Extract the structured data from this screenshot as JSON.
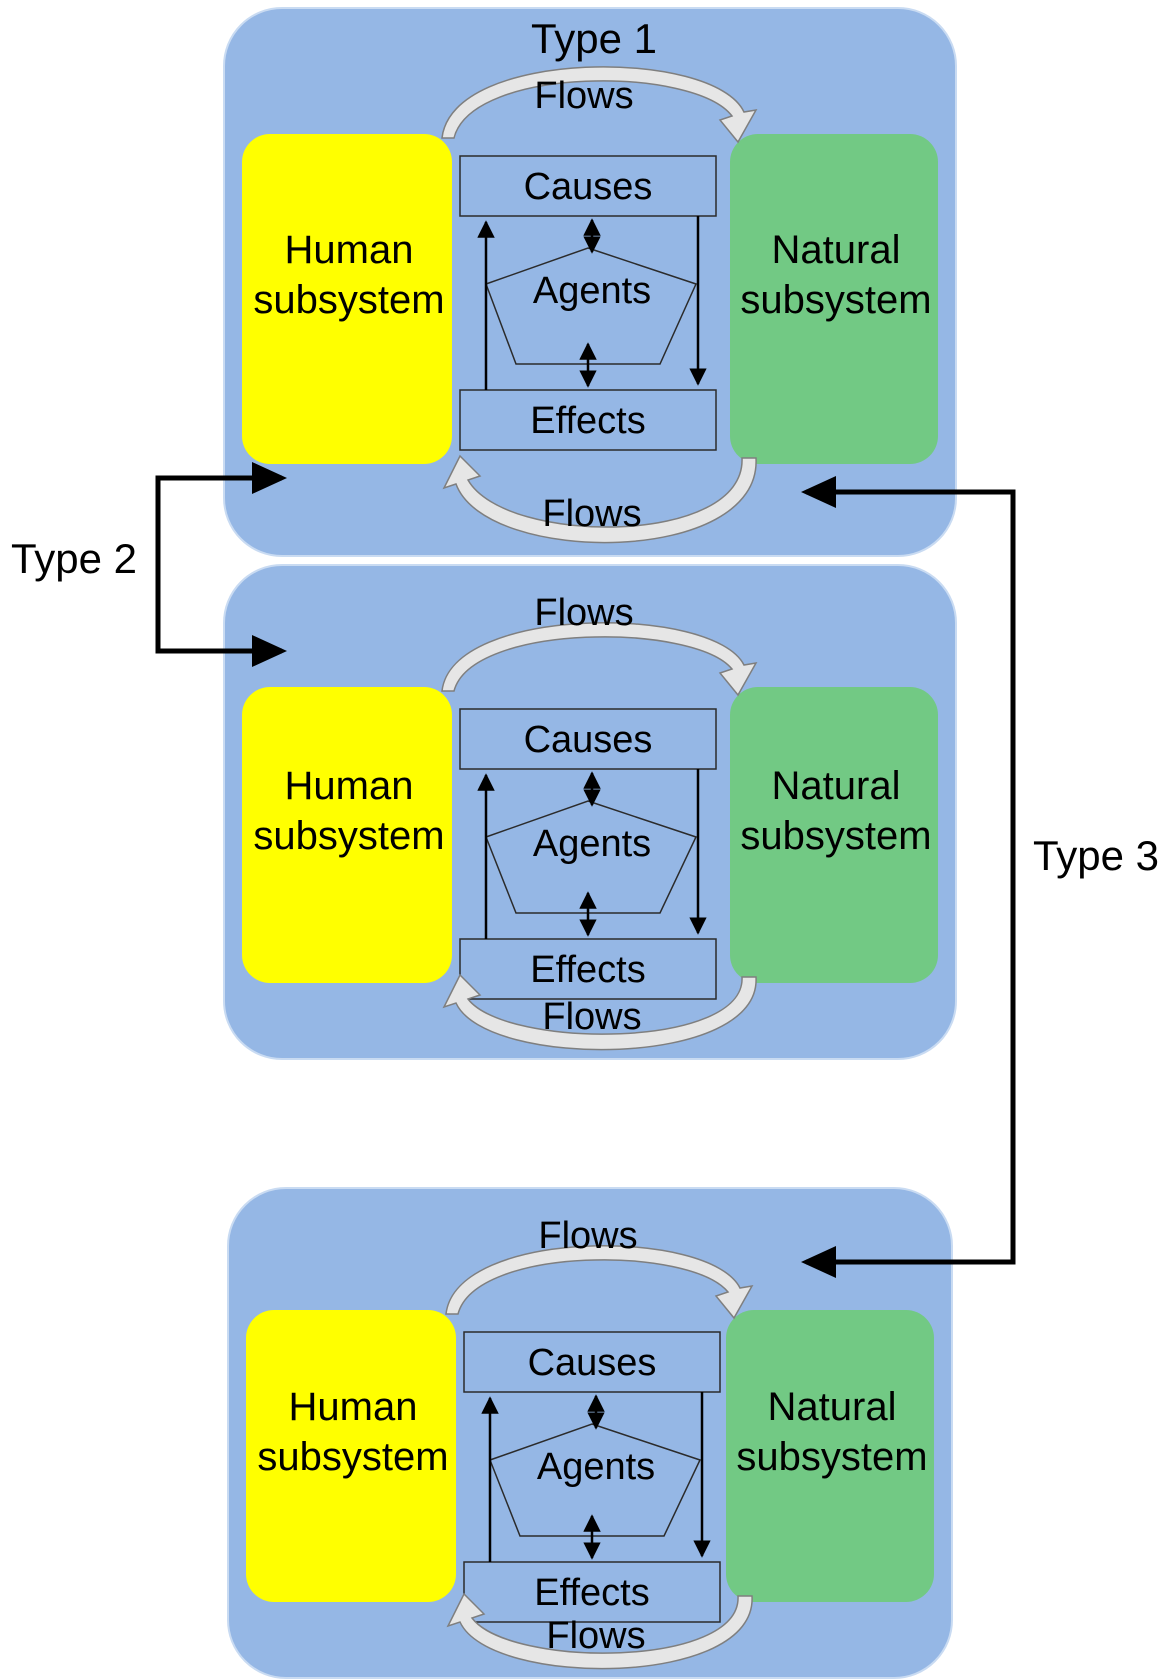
{
  "colors": {
    "panel": "#95b7e5",
    "panel_edge": "#c9dbf2",
    "human": "#ffff00",
    "natural": "#72c984",
    "box_border": "#2b2b2b",
    "flow_arrow_fill": "#e6e6e6",
    "flow_arrow_edge": "#7f7f7f",
    "connector": "#000000"
  },
  "panels": [
    {
      "human_label": [
        "Human",
        "subsystem"
      ],
      "natural_label": [
        "Natural",
        "subsystem"
      ],
      "causes_label": "Causes",
      "agents_label": "Agents",
      "effects_label": "Effects",
      "flows_top_label": "Flows",
      "flows_bottom_label": "Flows"
    },
    {
      "human_label": [
        "Human",
        "subsystem"
      ],
      "natural_label": [
        "Natural",
        "subsystem"
      ],
      "causes_label": "Causes",
      "agents_label": "Agents",
      "effects_label": "Effects",
      "flows_top_label": "Flows",
      "flows_bottom_label": "Flows"
    },
    {
      "human_label": [
        "Human",
        "subsystem"
      ],
      "natural_label": [
        "Natural",
        "subsystem"
      ],
      "causes_label": "Causes",
      "agents_label": "Agents",
      "effects_label": "Effects",
      "flows_top_label": "Flows",
      "flows_bottom_label": "Flows"
    }
  ],
  "types": {
    "type1": "Type 1",
    "type2": "Type 2",
    "type3": "Type 3"
  }
}
